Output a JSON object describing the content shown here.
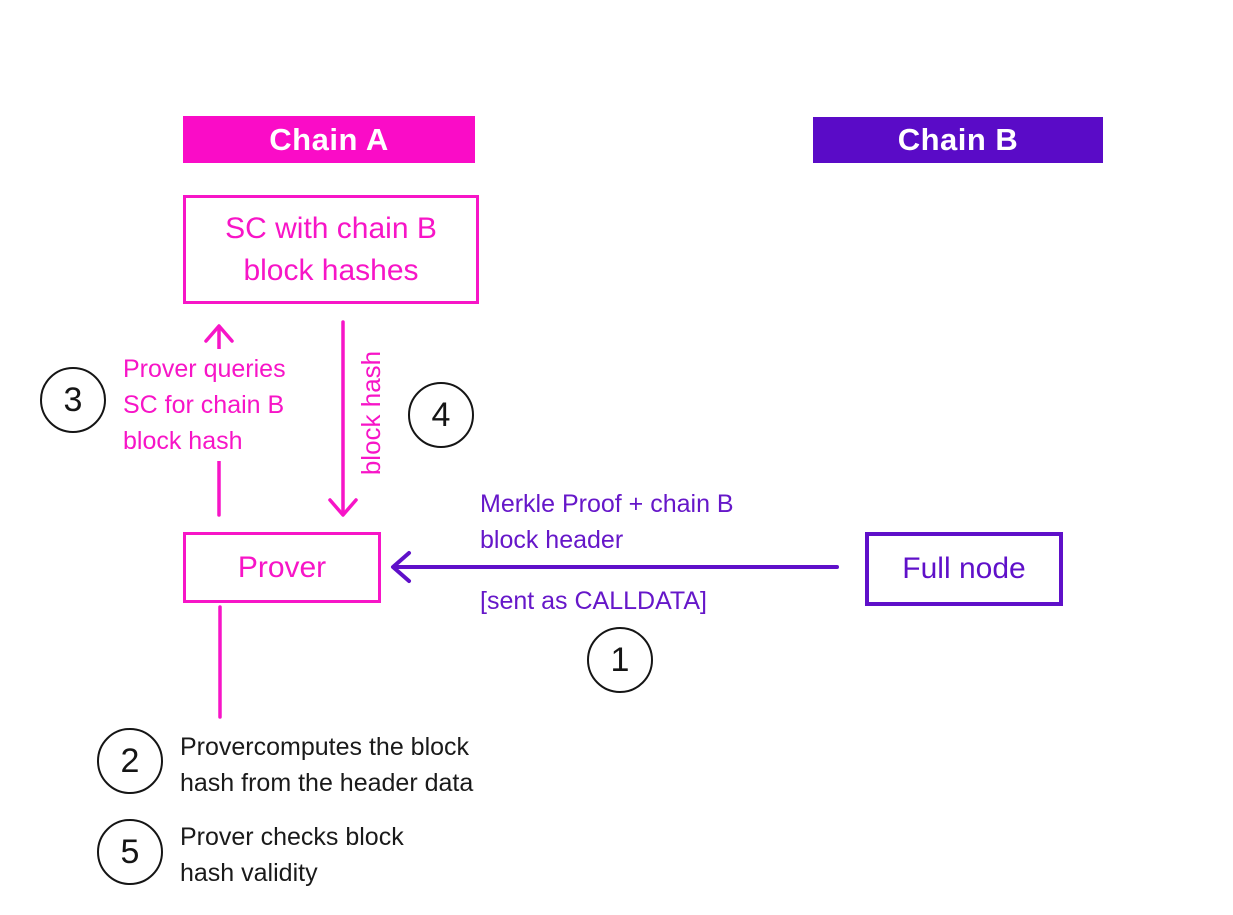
{
  "colors": {
    "pink": "#f715c7",
    "pink_banner": "#fa0cc7",
    "purple": "#6617c9",
    "purple_banner": "#5a0bc7",
    "purple_arrow": "#5f10c9",
    "black": "#1a1a1a"
  },
  "banners": {
    "chain_a": "Chain A",
    "chain_b": "Chain B"
  },
  "boxes": {
    "sc": {
      "line1": "SC with chain B",
      "line2": "block hashes"
    },
    "prover": "Prover",
    "full_node": "Full node"
  },
  "labels": {
    "query": {
      "line1": "Prover queries",
      "line2": "SC for chain B",
      "line3": "block hash"
    },
    "block_hash_vertical": "block hash",
    "merkle": {
      "line1": "Merkle Proof + chain B",
      "line2": "block header"
    },
    "calldata": "[sent as CALLDATA]"
  },
  "steps": {
    "n1": "1",
    "n2": "2",
    "n3": "3",
    "n4": "4",
    "n5": "5",
    "step2": {
      "line1": "Provercomputes the block",
      "line2": "hash from the header data"
    },
    "step5": {
      "line1": "Prover checks block",
      "line2": "hash validity"
    }
  }
}
